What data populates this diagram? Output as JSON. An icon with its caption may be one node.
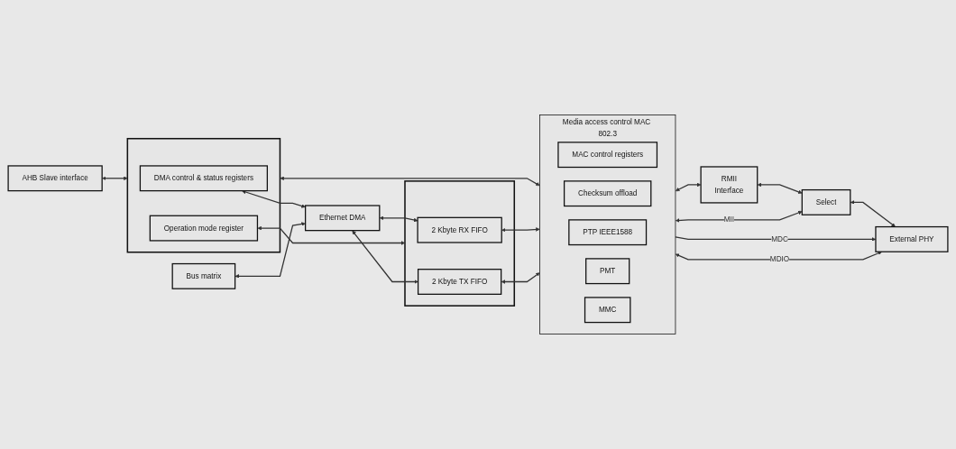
{
  "diagram": {
    "nodes": [
      {
        "text": [
          "AHB Slave interface"
        ]
      },
      {
        "text": [],
        "shape": "box"
      },
      {
        "text": [
          "DMA control & status registers"
        ],
        "in": 1
      },
      {
        "text": [
          "Operation mode register"
        ],
        "in": 1
      },
      {
        "text": [
          "Media access control MAC 802.3"
        ]
      },
      {
        "text": [
          "MAC control registers"
        ],
        "in": 4
      },
      {
        "text": [
          "Checksum offload"
        ],
        "in": 4
      },
      {
        "text": [
          "PTP IEEE1588"
        ],
        "in": 4
      },
      {
        "text": [
          "PMT"
        ],
        "in": 4
      },
      {
        "text": [
          "MMC"
        ],
        "in": 4
      },
      {
        "text": [
          "RMII",
          "Interface"
        ]
      },
      {
        "text": [
          "Select"
        ]
      },
      {
        "text": [
          "External PHY"
        ]
      },
      {
        "text": [
          "Bus matrix"
        ]
      },
      {
        "text": [
          "Ethernet DMA"
        ]
      },
      {
        "text": [],
        "shape": "box"
      },
      {
        "text": [
          "2 Kbyte RX FIFO"
        ],
        "in": 15
      },
      {
        "text": [
          "2 Kbyte TX FIFO"
        ],
        "in": 15
      }
    ],
    "edges": [
      {
        "from": 0,
        "to": 1,
        "arrow": "both"
      },
      {
        "from": 1,
        "to": 4,
        "arrow": "both"
      },
      {
        "from": 2,
        "to": 14,
        "arrow": "both"
      },
      {
        "from": 3,
        "to": 15,
        "arrow": "both"
      },
      {
        "from": 13,
        "to": 14,
        "arrow": "both"
      },
      {
        "from": 14,
        "to": 16,
        "arrow": "both"
      },
      {
        "from": 14,
        "to": 17,
        "arrow": "both"
      },
      {
        "from": 16,
        "to": 4,
        "arrow": "both"
      },
      {
        "from": 17,
        "to": 4,
        "arrow": "both"
      },
      {
        "from": 4,
        "to": 10,
        "arrow": "both"
      },
      {
        "from": 10,
        "to": 11,
        "arrow": "both"
      },
      {
        "from": 11,
        "to": 12,
        "arrow": "both"
      },
      {
        "from": 4,
        "to": 11,
        "arrow": "both",
        "label": "MII"
      },
      {
        "from": 4,
        "to": 12,
        "arrow": "to",
        "label": "MDC"
      },
      {
        "from": 4,
        "to": 12,
        "arrow": "both",
        "label": "MDIO"
      }
    ]
  }
}
